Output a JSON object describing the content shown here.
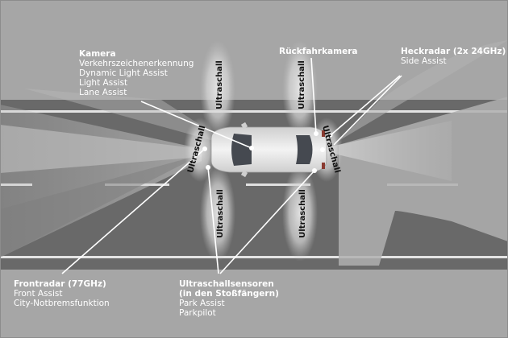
{
  "diagram": {
    "colors": {
      "background": "#a6a6a6",
      "road": "#6a6a6a",
      "lane_line": "#e6e6e6",
      "sensor_zone": "#d9d9d9",
      "text": "#ffffff",
      "ultrasonic_label": "#111111",
      "car_body": "#ededed",
      "car_glass": "#4a4e55"
    },
    "labels": {
      "kamera": {
        "title": "Kamera",
        "lines": [
          "Verkehrszeichenerkennung",
          "Dynamic Light Assist",
          "Light Assist",
          "Lane Assist"
        ]
      },
      "rueckfahrkamera": {
        "title": "Rückfahrkamera"
      },
      "heckradar": {
        "title": "Heckradar (2x 24GHz)",
        "lines": [
          "Side Assist"
        ]
      },
      "frontradar": {
        "title": "Frontradar (77GHz)",
        "lines": [
          "Front Assist",
          "City-Notbremsfunktion"
        ]
      },
      "ultraschallsensoren": {
        "title_line1": "Ultraschallsensoren",
        "title_line2": "(in den Stoßfängern)",
        "lines": [
          "Park Assist",
          "Parkpilot"
        ]
      }
    },
    "ultrasonic_zone_label": "Ultraschall",
    "ultrasonic_zones": [
      {
        "name": "front-left-top",
        "label": "Ultraschall"
      },
      {
        "name": "rear-left-top",
        "label": "Ultraschall"
      },
      {
        "name": "front-bottom",
        "label": "Ultraschall"
      },
      {
        "name": "rear-bottom",
        "label": "Ultraschall"
      },
      {
        "name": "front-bumper",
        "label": "Ultraschall"
      },
      {
        "name": "rear-bumper",
        "label": "Ultraschall"
      }
    ]
  }
}
